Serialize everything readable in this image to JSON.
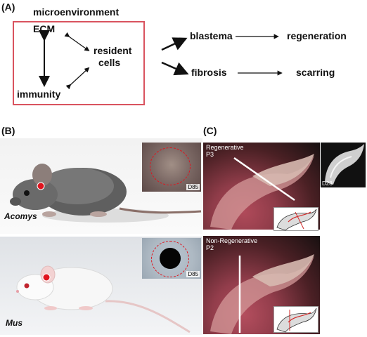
{
  "panelA": {
    "label": "(A)",
    "microenvironment": "microenvironment",
    "ecm": "ECM",
    "resident_cells_line1": "resident",
    "resident_cells_line2": "cells",
    "immunity": "immunity",
    "blastema": "blastema",
    "fibrosis": "fibrosis",
    "regeneration": "regeneration",
    "scarring": "scarring",
    "box_color": "#d9535f"
  },
  "panelB": {
    "label": "(B)",
    "top_species": "Acomys",
    "bottom_species": "Mus",
    "top_inset_day": "D85",
    "bottom_inset_day": "D85",
    "marker_color": "#e0141e"
  },
  "panelC": {
    "label": "(C)",
    "top_title_line1": "Regenerative",
    "top_title_line2": "P3",
    "top_inset_day": "D28",
    "bottom_title_line1": "Non-Regenerative",
    "bottom_title_line2": "P2"
  }
}
